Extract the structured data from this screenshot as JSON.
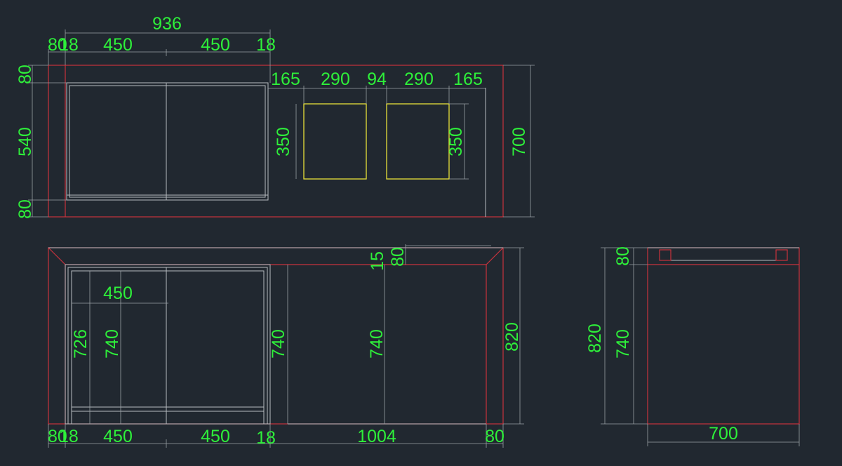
{
  "top_view": {
    "overall_width": "936",
    "side_left": "80",
    "panel_left": "18",
    "door_left": "450",
    "door_right": "450",
    "panel_right": "18",
    "depth_top": "80",
    "depth_mid": "540",
    "depth_bottom": "80",
    "depth_total": "700",
    "gap_left": "165",
    "sink_left": "290",
    "gap_mid": "94",
    "sink_right": "290",
    "gap_right": "165",
    "sink_height_left": "350",
    "sink_height_right": "350"
  },
  "front_view": {
    "inner_door_width": "450",
    "inner_height_726": "726",
    "inner_height_740": "740",
    "mid_height": "740",
    "right_height": "740",
    "top_15": "15",
    "top_80": "80",
    "total_height": "820",
    "bottom_side_left": "80",
    "bottom_panel_left": "18",
    "bottom_door_left": "450",
    "bottom_door_right": "450",
    "bottom_panel_right": "18",
    "bottom_open": "1004",
    "bottom_side_right": "80"
  },
  "side_view": {
    "top_80": "80",
    "total_820": "820",
    "body_740": "740",
    "width_700": "700"
  }
}
